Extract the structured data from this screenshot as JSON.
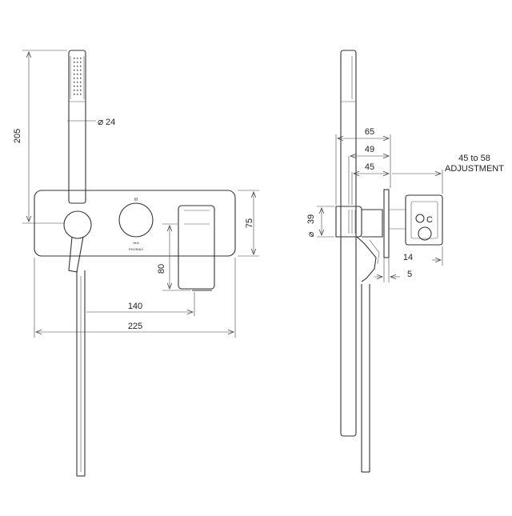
{
  "front_view": {
    "dim_height_handshower": "205",
    "dim_diameter_handshower": "24",
    "dim_plate_height": "75",
    "dim_lever_height": "80",
    "dim_outlet_spacing": "140",
    "dim_plate_width": "225",
    "dial_top_label": "III",
    "dial_bottom_label": "HIIII",
    "brand_mark": "PHOENIX"
  },
  "side_view": {
    "dim_depth_65": "65",
    "dim_depth_49": "49",
    "dim_depth_45": "45",
    "adjustment_range": "45 to 58",
    "adjustment_label": "ADJUSTMENT",
    "dim_diameter_39": "39",
    "dim_14": "14",
    "dim_5": "5",
    "body_letter": "C"
  },
  "symbols": {
    "diameter": "⌀"
  }
}
